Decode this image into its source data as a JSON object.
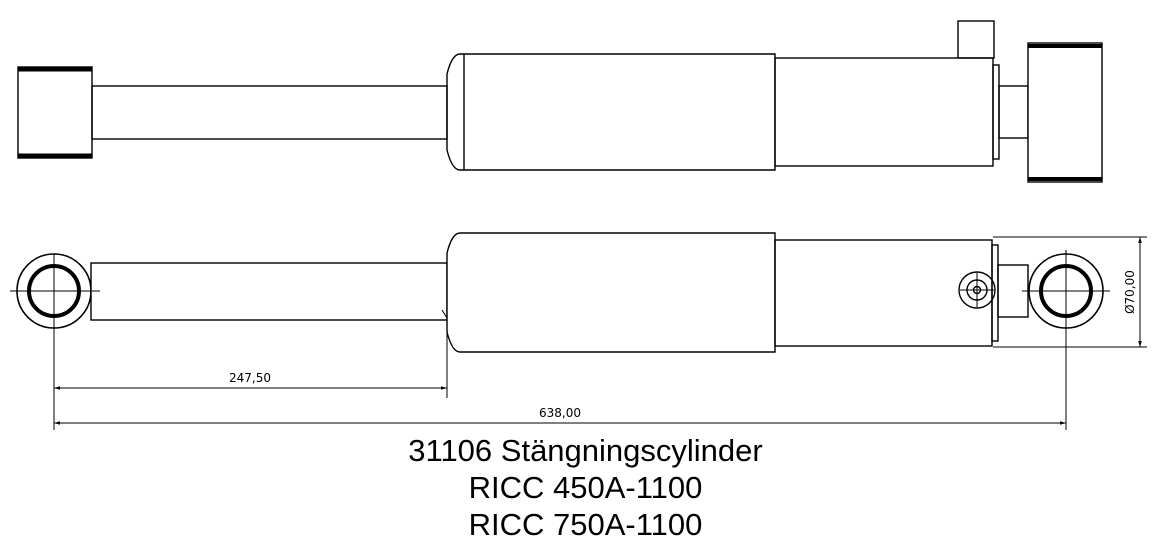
{
  "dimensions": {
    "rod_length": "247,50",
    "overall_length": "638,00",
    "diameter": "Ø70,00"
  },
  "title": {
    "line1": "31106 Stängningscylinder",
    "line2": "RICC 450A-1100",
    "line3": "RICC 750A-1100"
  }
}
